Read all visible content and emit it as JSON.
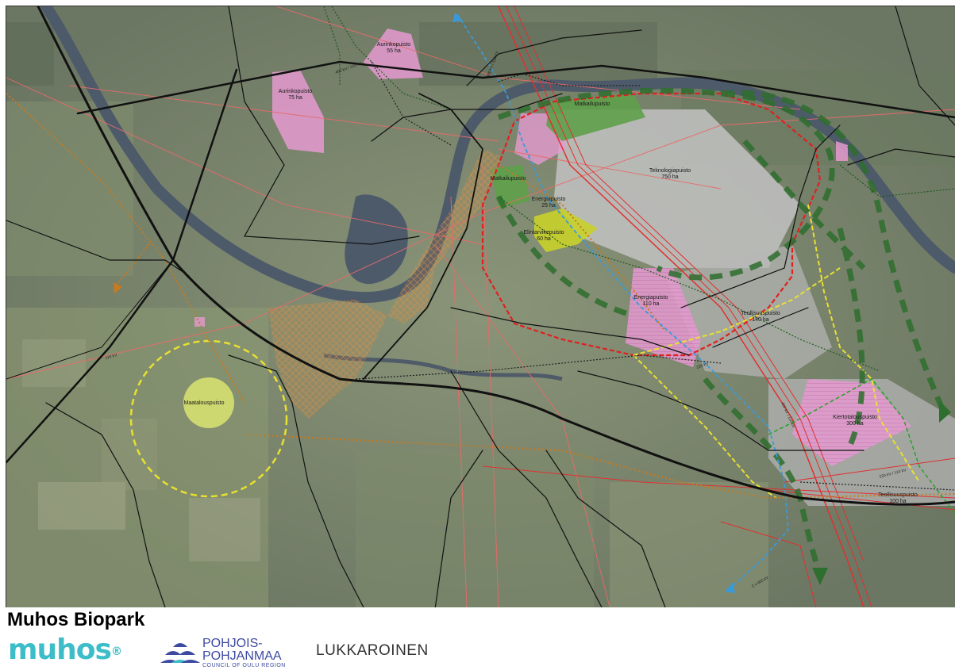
{
  "title": "Muhos Biopark",
  "logos": {
    "muhos": "muhos",
    "muhos_mark": "®",
    "pp_line1": "POHJOIS-",
    "pp_line2": "POHJANMAA",
    "pp_line3": "COUNCIL OF OULU REGION",
    "lukkaroinen": "LUKKAROINEN"
  },
  "areas": {
    "aurinko1": {
      "name": "Aurinkopuisto",
      "size": "55 ha"
    },
    "aurinko2": {
      "name": "Aurinkopuisto",
      "size": "75 ha"
    },
    "matkailu1": {
      "name": "Matkailupuisto"
    },
    "matkailu2": {
      "name": "Matkailupuisto"
    },
    "teknologia": {
      "name": "Teknologiapuisto",
      "size": "750 ha"
    },
    "energia1": {
      "name": "Energiapuisto",
      "size": "25 ha"
    },
    "elintarvike": {
      "name": "Elintarvikepuisto",
      "size": "60 ha"
    },
    "energia2": {
      "name": "Energiapuisto",
      "size": "110 ha"
    },
    "teollisuus1": {
      "name": "Teollisuuspuisto",
      "size": "140 ha"
    },
    "kiertotalous": {
      "name": "Kiertotalouspuisto",
      "size": "300 ha"
    },
    "teollisuus2": {
      "name": "Teollisuuspuisto",
      "size": "100 ha"
    },
    "maatalous": {
      "name": "Maatalouspuisto"
    }
  },
  "power_labels": {
    "kv110": "110 kV",
    "kv220_110": "220 kV / 110 kV",
    "kv400_110": "400 kV / 110 kV",
    "kv220": "220 kV",
    "kv2x400": "2 x 400 kV"
  },
  "colors": {
    "road": "#111111",
    "railway": "#e03030",
    "powerline": "#e86a6a",
    "pink_area": "#e59ad0",
    "green_area": "#5ea04a",
    "yellow_area": "#c8d22a",
    "grey_area": "#b8b8b8",
    "orange_dotted": "#c87a1e",
    "green_dashed": "#2e6e2e",
    "blue_pipe": "#3a9ad9",
    "yellow_line": "#e8e030"
  }
}
